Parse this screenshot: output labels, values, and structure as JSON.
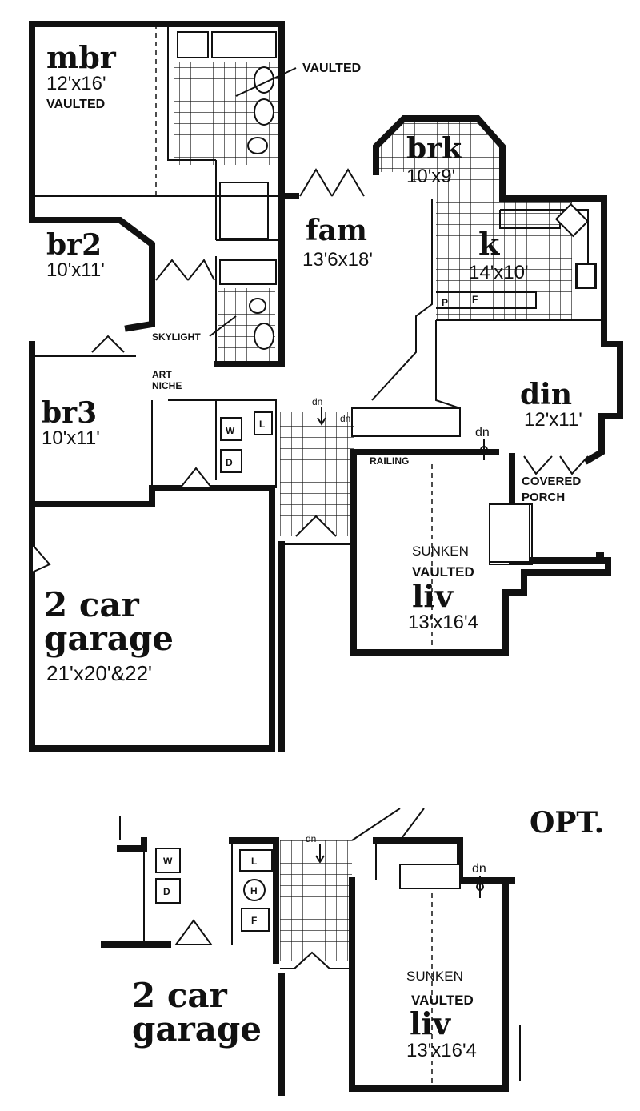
{
  "main_plan": {
    "rooms": {
      "mbr": {
        "name": "mbr",
        "dim": "12'x16'",
        "note": "VAULTED"
      },
      "br2": {
        "name": "br2",
        "dim": "10'x11'"
      },
      "br3": {
        "name": "br3",
        "dim": "10'x11'"
      },
      "fam": {
        "name": "fam",
        "dim": "13'6x18'"
      },
      "brk": {
        "name": "brk",
        "dim": "10'x9'"
      },
      "k": {
        "name": "k",
        "dim": "14'x10'"
      },
      "din": {
        "name": "din",
        "dim": "12'x11'"
      },
      "liv": {
        "name": "liv",
        "dim": "13'x16'4",
        "note1": "SUNKEN",
        "note2": "VAULTED"
      },
      "garage": {
        "name_line1": "2 car",
        "name_line2": "garage",
        "dim": "21'x20'&22'"
      }
    },
    "labels": {
      "vaulted": "VAULTED",
      "skylight": "SKYLIGHT",
      "art_niche_1": "ART",
      "art_niche_2": "NICHE",
      "railing": "RAILING",
      "covered_porch_1": "COVERED",
      "covered_porch_2": "PORCH",
      "dn_1": "dn",
      "dn_2": "dn",
      "dn_3": "dn",
      "washer": "W",
      "dryer": "D",
      "linen": "L",
      "pantry": "P",
      "fridge": "F"
    }
  },
  "opt_plan": {
    "title": "OPT.",
    "liv": {
      "name": "liv",
      "dim": "13'x16'4",
      "note1": "SUNKEN",
      "note2": "VAULTED"
    },
    "garage": {
      "name_line1": "2 car",
      "name_line2": "garage"
    },
    "labels": {
      "dn_1": "dn",
      "dn_2": "dn",
      "washer": "W",
      "dryer": "D",
      "linen": "L",
      "heater": "H",
      "furnace": "F"
    }
  }
}
